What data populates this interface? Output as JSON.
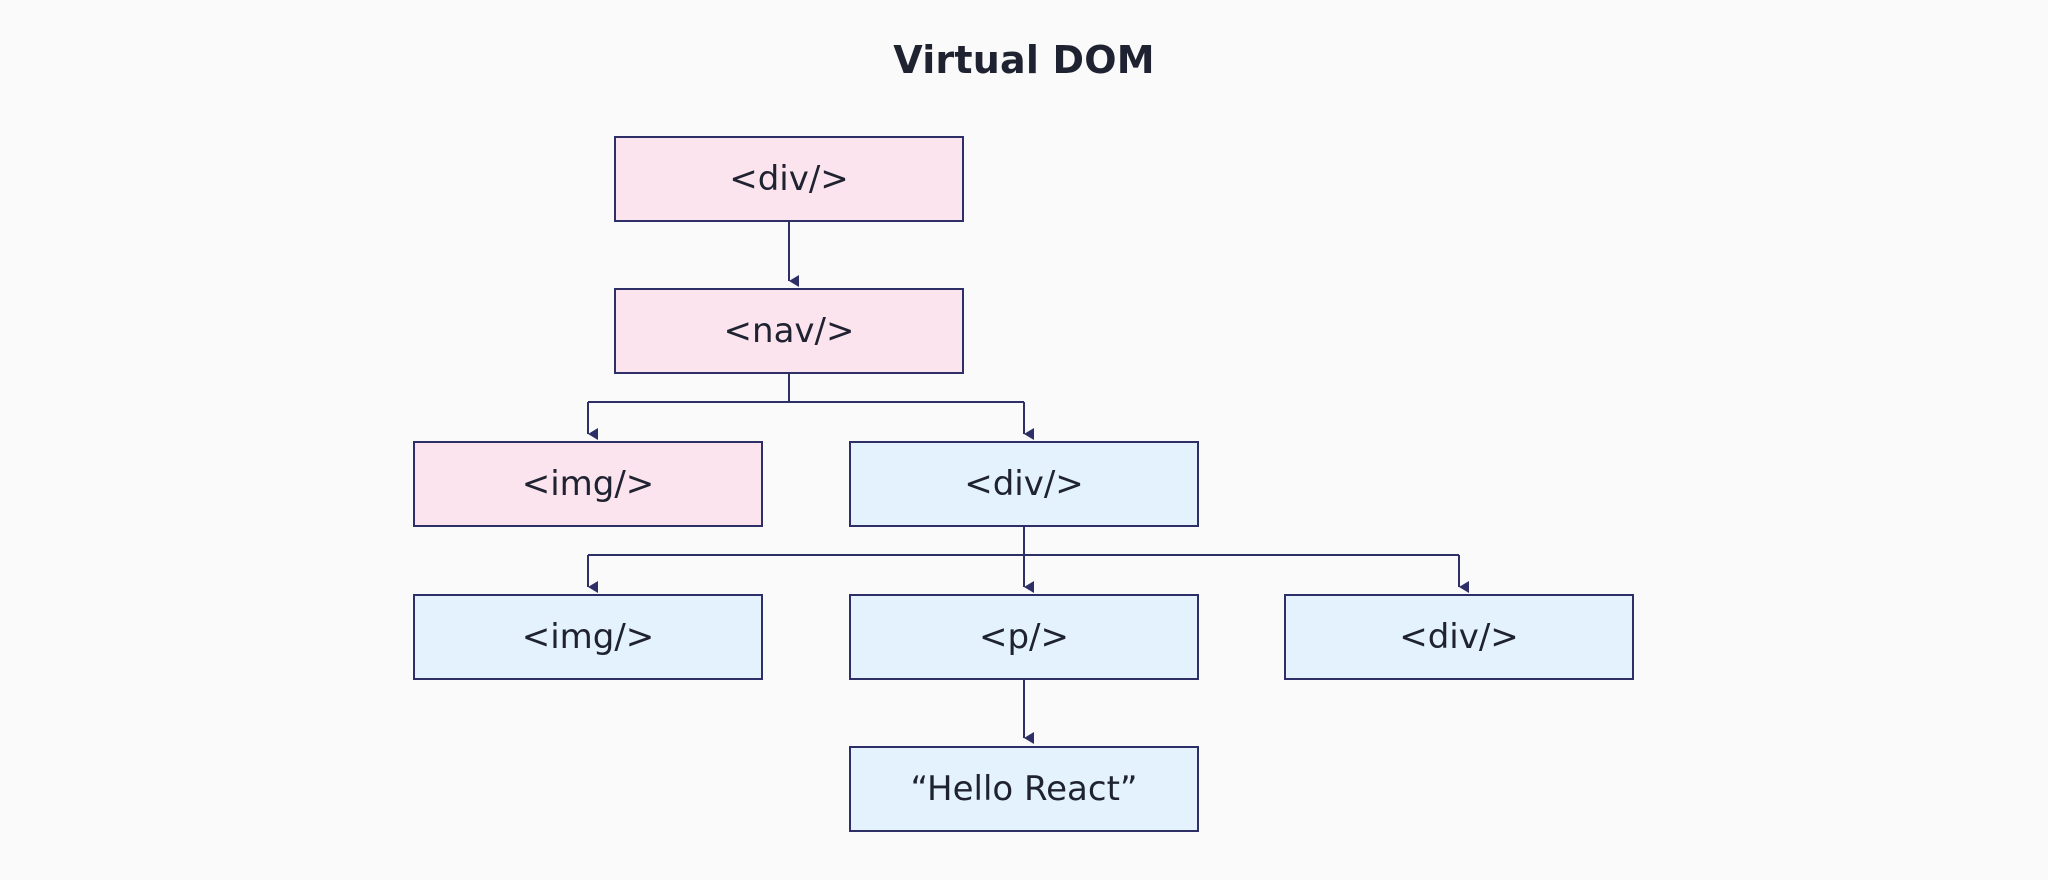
{
  "diagram": {
    "title": "Virtual DOM",
    "colors": {
      "pink": "#fce4ee",
      "blue": "#e3f2fd",
      "stroke": "#2e2f66"
    },
    "nodes": [
      {
        "id": "root-div",
        "label": "<div/>",
        "color": "pink"
      },
      {
        "id": "nav",
        "label": "<nav/>",
        "color": "pink"
      },
      {
        "id": "img-pink",
        "label": "<img/>",
        "color": "pink"
      },
      {
        "id": "div-blue",
        "label": "<div/>",
        "color": "blue"
      },
      {
        "id": "img-blue",
        "label": "<img/>",
        "color": "blue"
      },
      {
        "id": "p",
        "label": "<p/>",
        "color": "blue"
      },
      {
        "id": "div-right",
        "label": "<div/>",
        "color": "blue"
      },
      {
        "id": "text",
        "label": "“Hello React”",
        "color": "blue"
      }
    ],
    "edges": [
      [
        "root-div",
        "nav"
      ],
      [
        "nav",
        "img-pink"
      ],
      [
        "nav",
        "div-blue"
      ],
      [
        "div-blue",
        "img-blue"
      ],
      [
        "div-blue",
        "p"
      ],
      [
        "div-blue",
        "div-right"
      ],
      [
        "p",
        "text"
      ]
    ]
  }
}
